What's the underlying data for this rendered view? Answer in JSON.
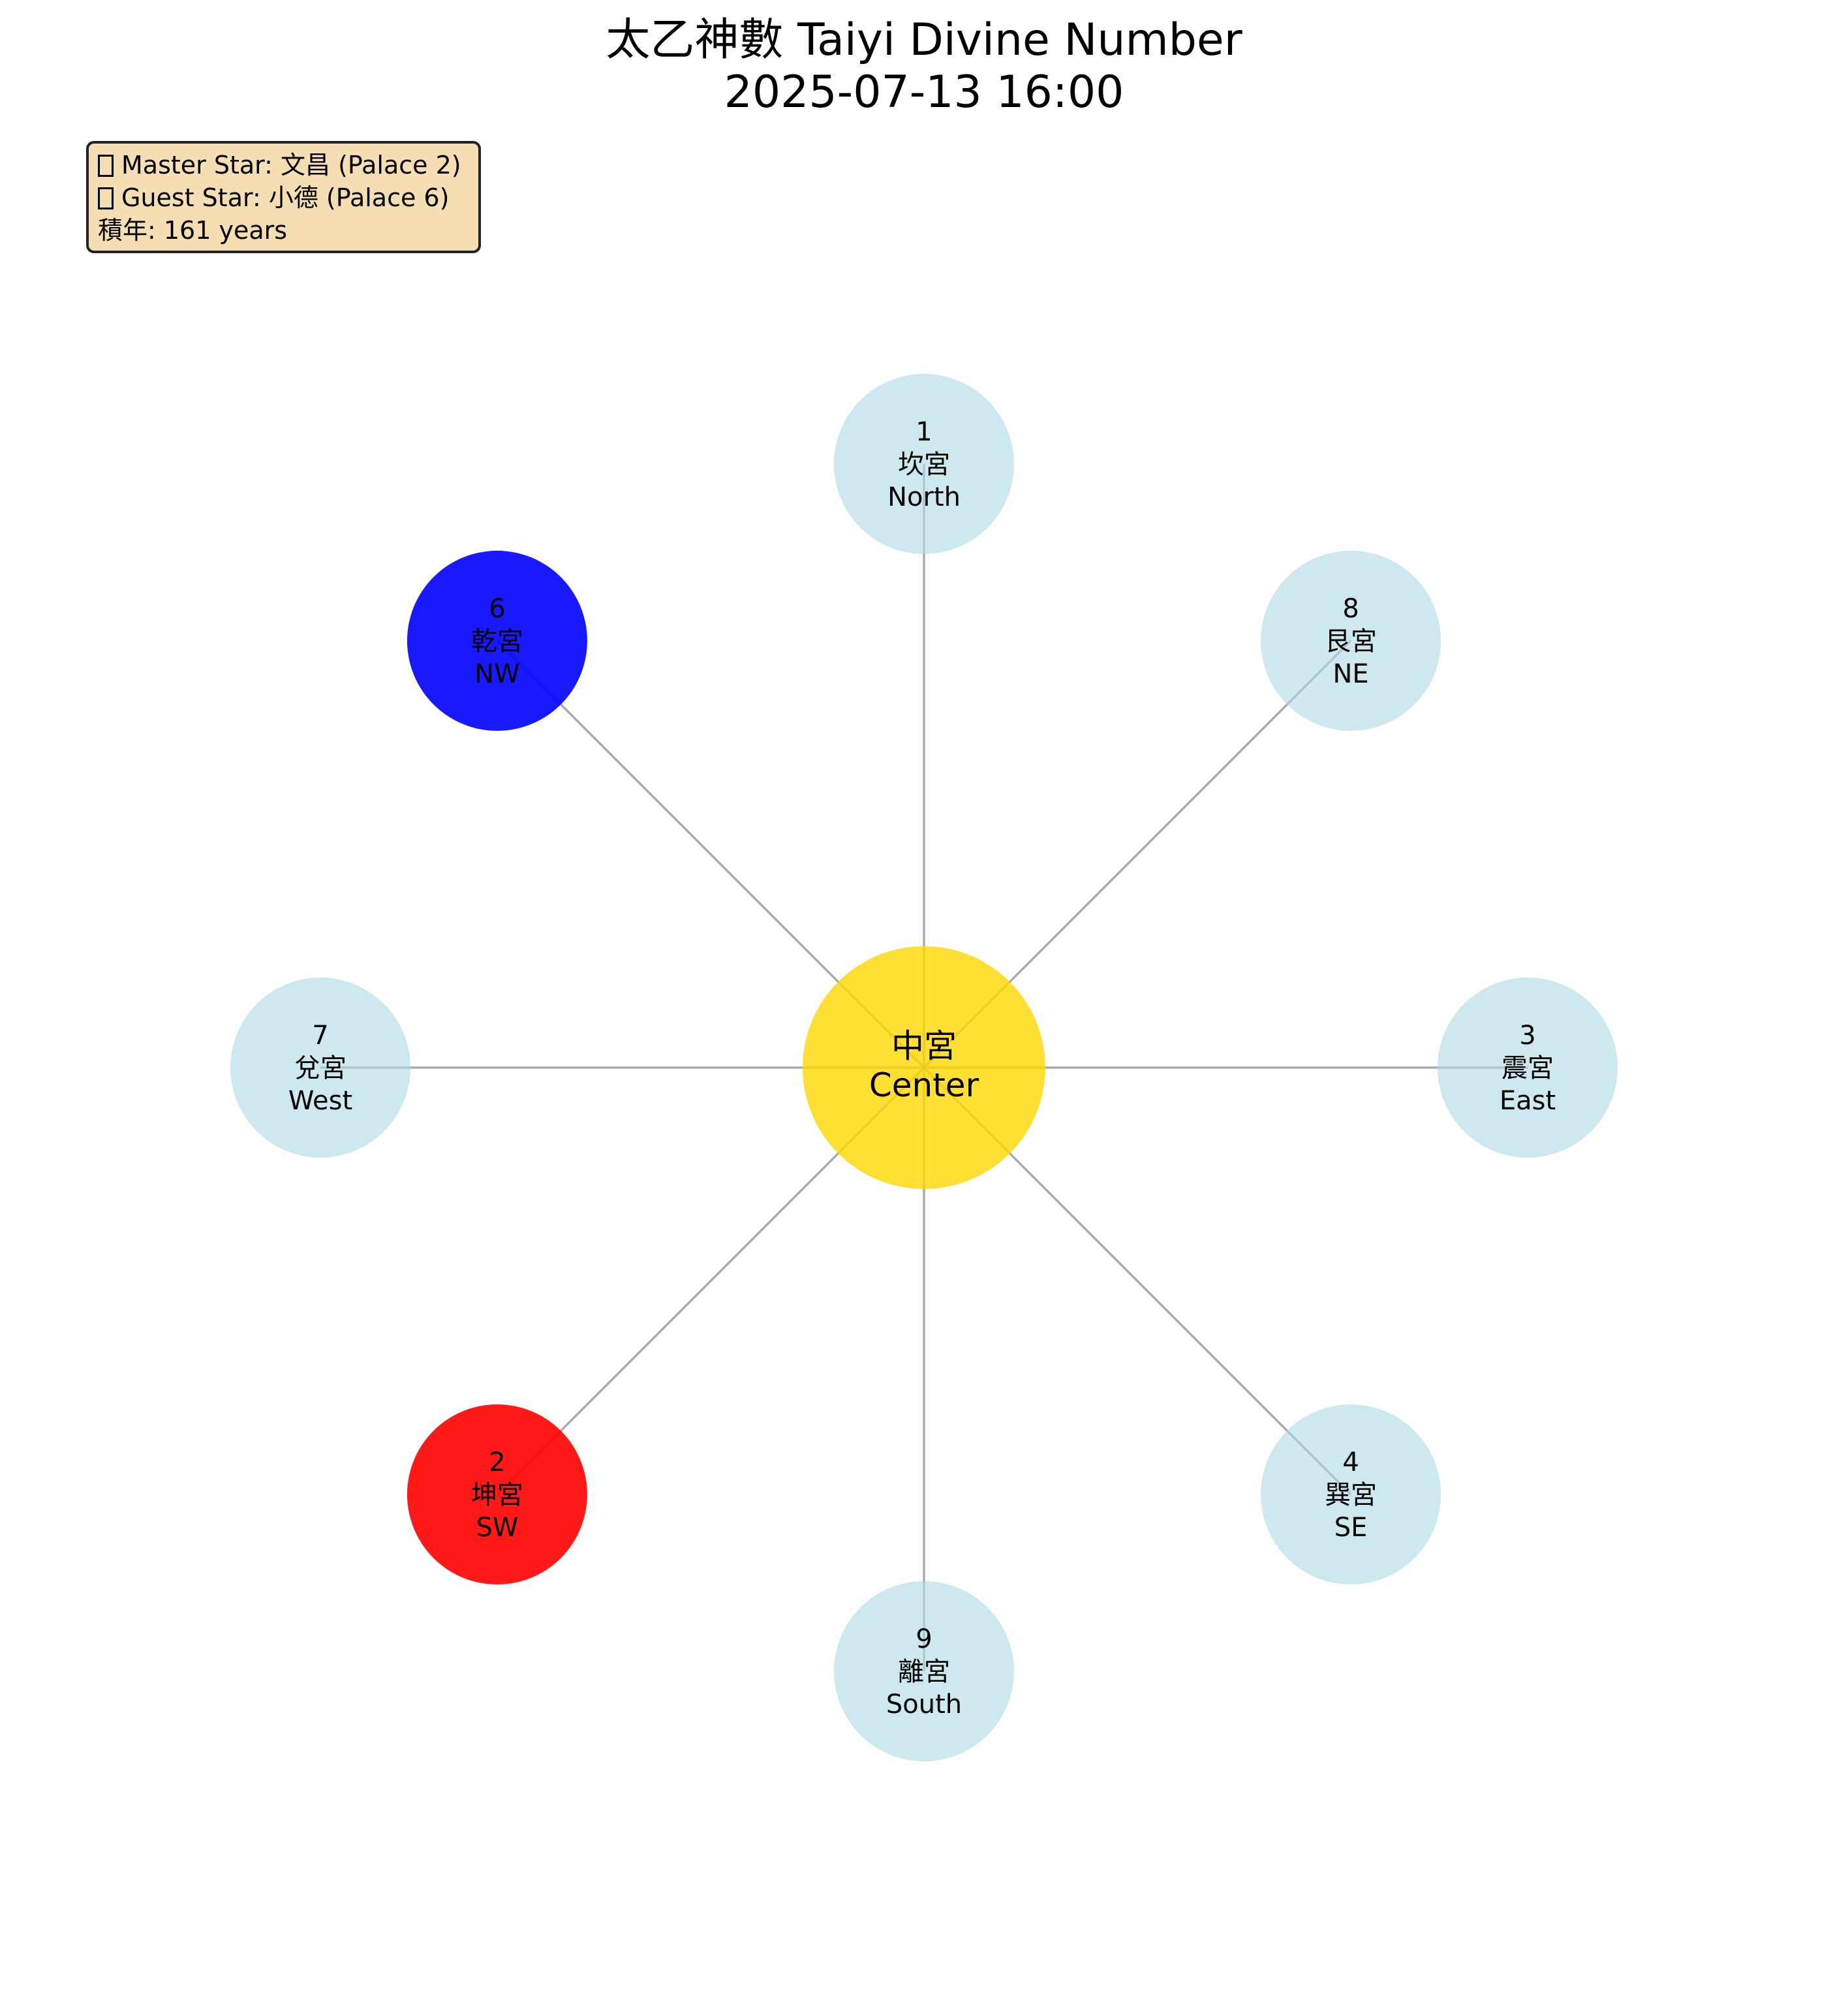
{
  "title": {
    "line1": "太乙神數 Taiyi Divine Number",
    "line2": "2025-07-13 16:00"
  },
  "info": {
    "master_star": "Master Star: 文昌 (Palace 2)",
    "guest_star": "Guest Star: 小德 (Palace 6)",
    "accumulated_years": "積年: 161 years"
  },
  "center": {
    "name": "中宮",
    "direction": "Center",
    "color": "#ffd700"
  },
  "colors": {
    "default_palace": "#add8e6",
    "master_palace": "#ff0000",
    "guest_palace": "#0000ff",
    "connector": "#808080",
    "info_box": "#f5deb3"
  },
  "palaces": [
    {
      "number": "1",
      "name": "坎宮",
      "direction": "North",
      "compass": "N",
      "role": "none"
    },
    {
      "number": "8",
      "name": "艮宮",
      "direction": "NE",
      "compass": "NE",
      "role": "none"
    },
    {
      "number": "3",
      "name": "震宮",
      "direction": "East",
      "compass": "E",
      "role": "none"
    },
    {
      "number": "4",
      "name": "巽宮",
      "direction": "SE",
      "compass": "SE",
      "role": "none"
    },
    {
      "number": "9",
      "name": "離宮",
      "direction": "South",
      "compass": "S",
      "role": "none"
    },
    {
      "number": "2",
      "name": "坤宮",
      "direction": "SW",
      "compass": "SW",
      "role": "master"
    },
    {
      "number": "7",
      "name": "兌宮",
      "direction": "West",
      "compass": "W",
      "role": "none"
    },
    {
      "number": "6",
      "name": "乾宮",
      "direction": "NW",
      "compass": "NW",
      "role": "guest"
    }
  ]
}
